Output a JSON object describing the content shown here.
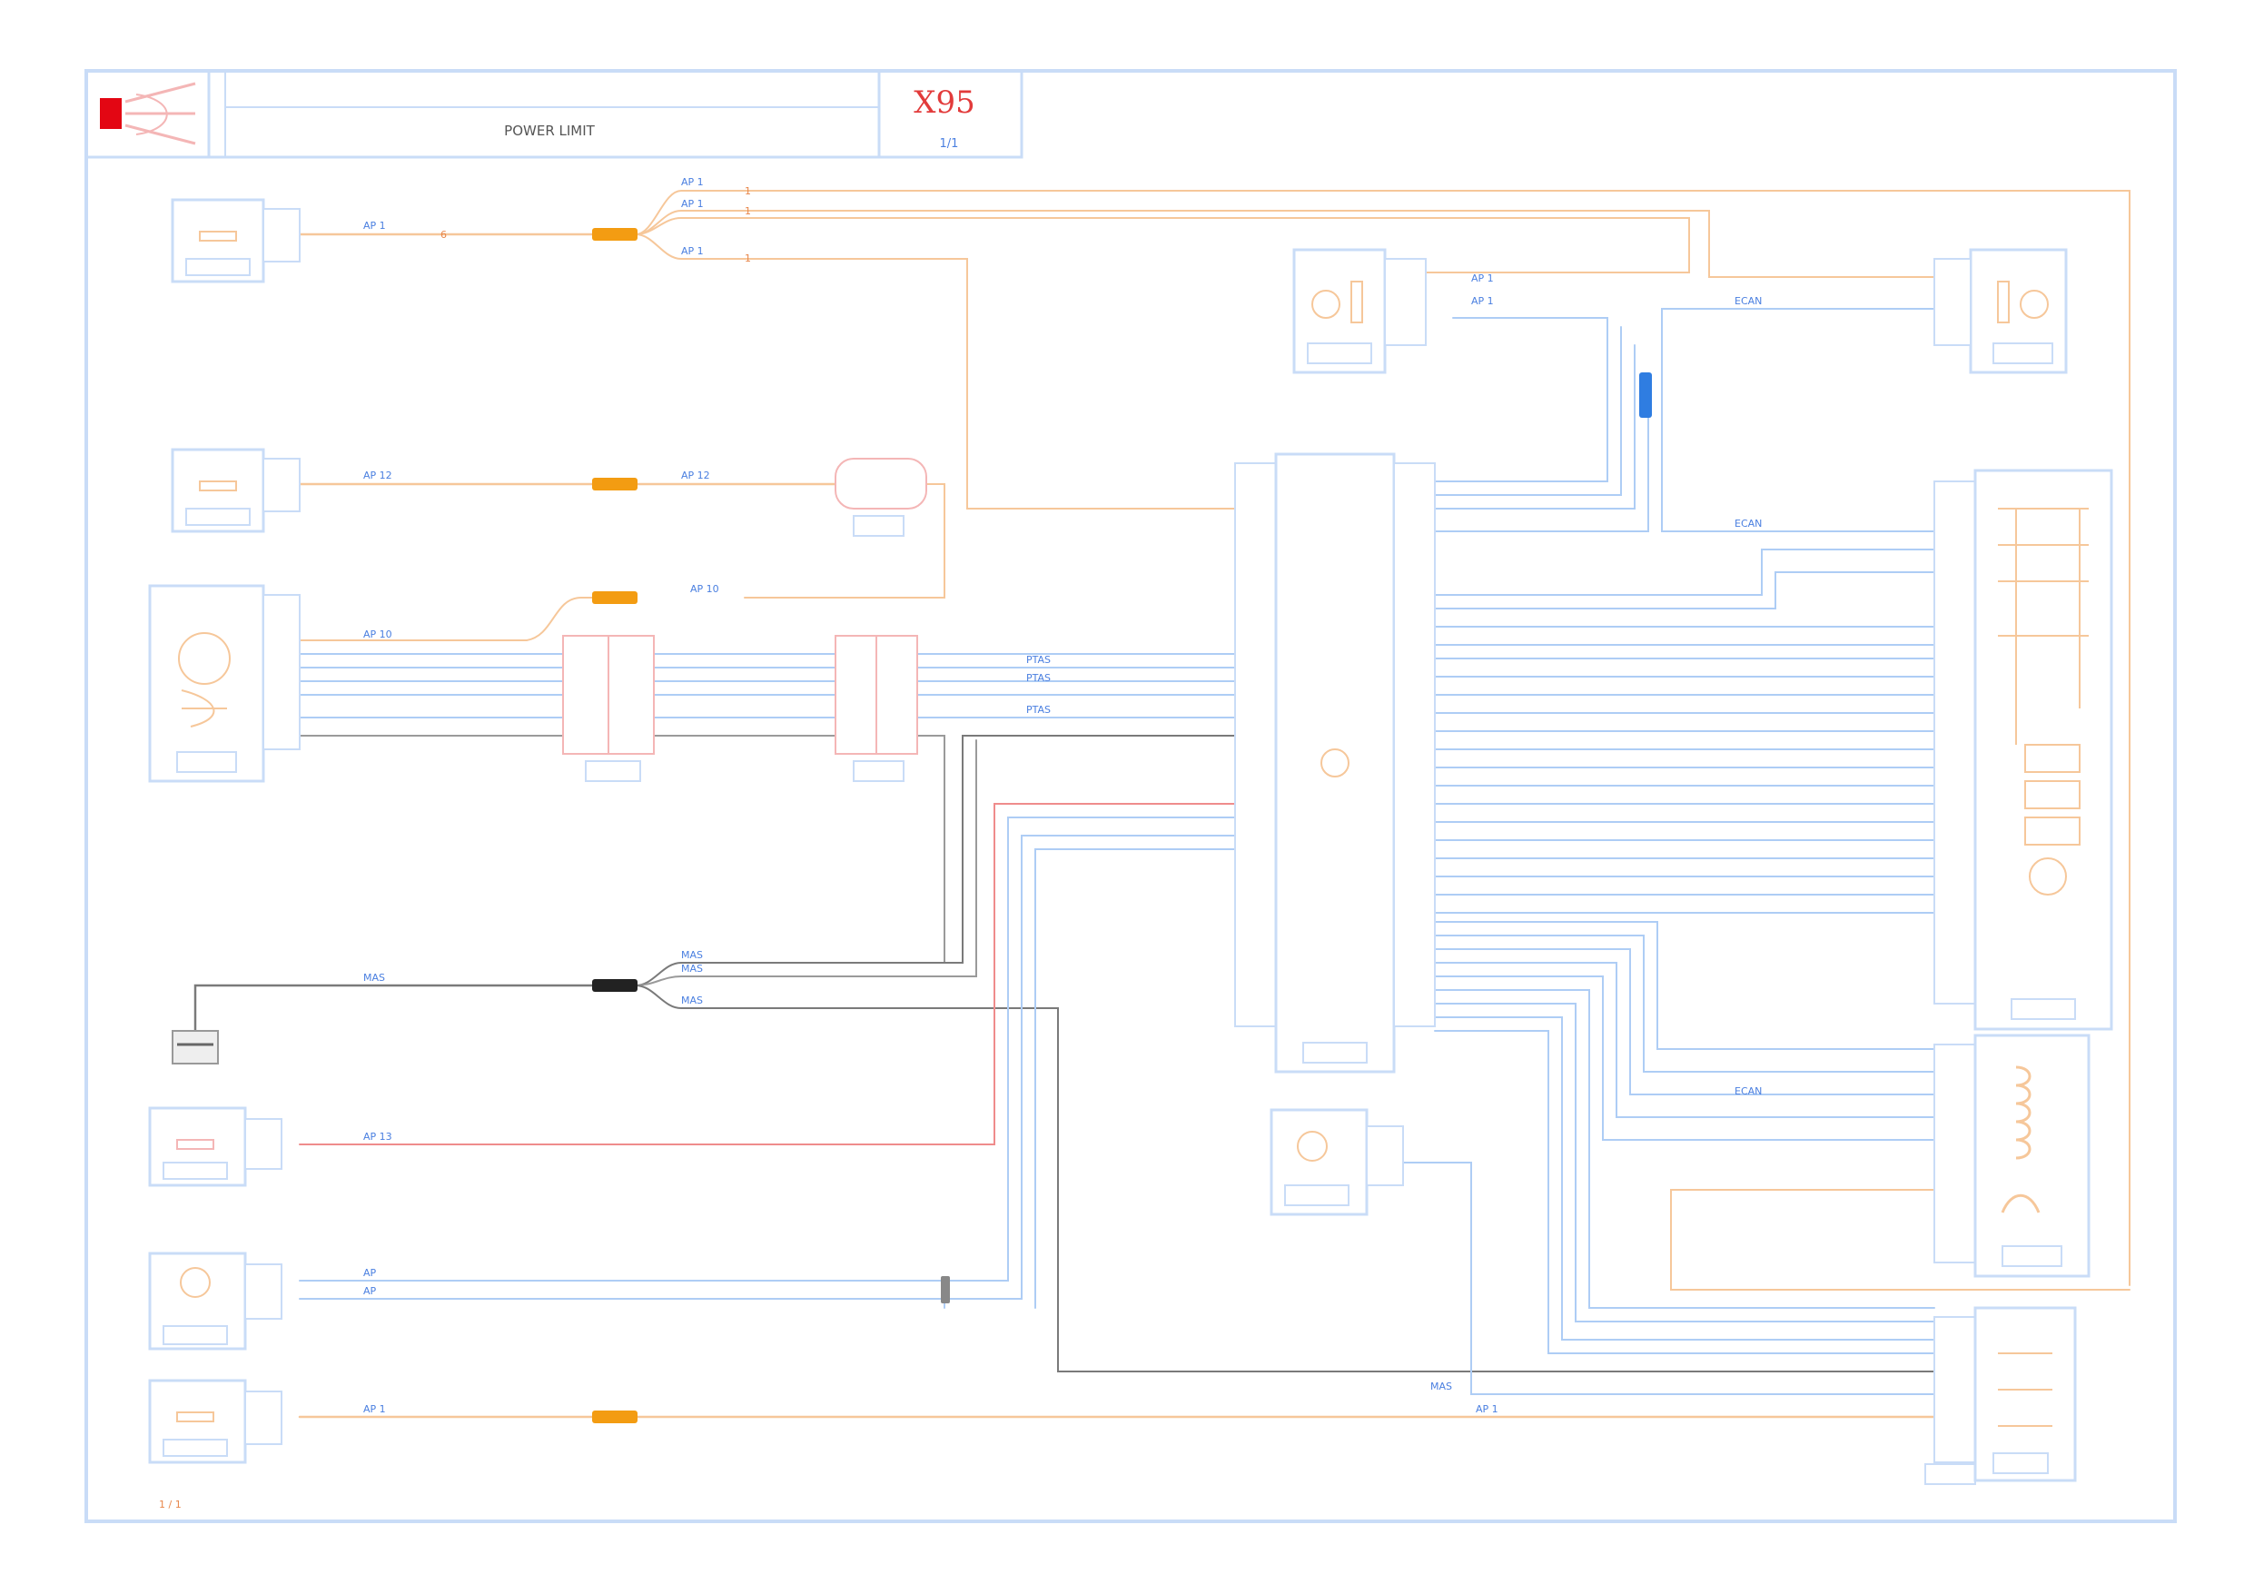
{
  "title_block": {
    "title": "POWER LIMIT",
    "model": "X95",
    "sub": "1/1"
  },
  "page_ref": "1 / 1",
  "colors": {
    "frame": "#c9dcf7",
    "wire_blue": "#aecdf5",
    "wire_orange": "#f6c79a",
    "wire_red": "#ef8c8c",
    "wire_grey": "#7a7a7a",
    "connector_orange": "#f39c12",
    "connector_black": "#222222",
    "connector_blue": "#2f7de1",
    "logo_red": "#e30613",
    "text_blue": "#4a7fe0",
    "text_orange": "#e8864a",
    "text_red": "#e23b3b"
  },
  "icons": [
    "brand-logo-icon",
    "ground-symbol-icon",
    "motor-symbol-icon",
    "coil-symbol-icon",
    "relay-symbol-icon",
    "fuse-symbol-icon"
  ]
}
